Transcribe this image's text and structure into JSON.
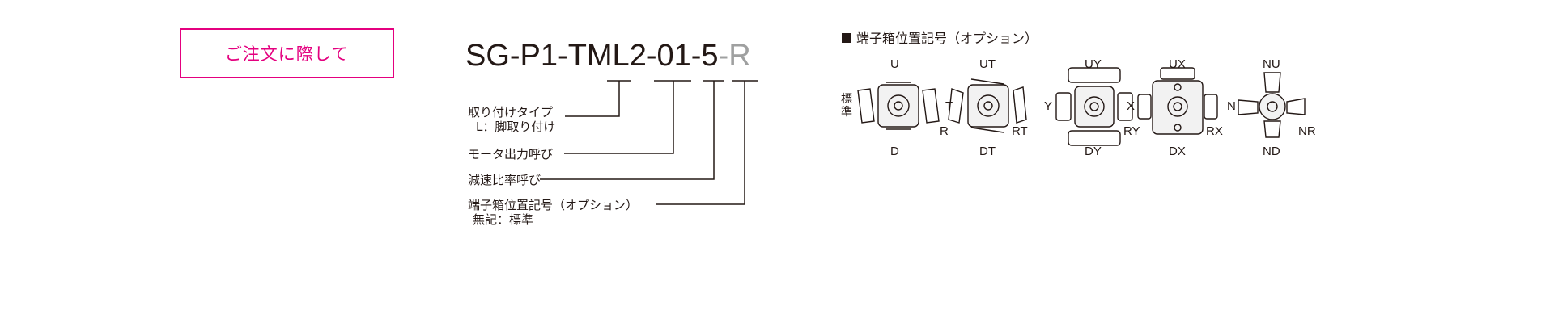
{
  "order_button": {
    "label": "ご注文に際して"
  },
  "model": {
    "main": "SG-P1-TML2-01-5",
    "dash": "-",
    "option": "R"
  },
  "legend": [
    {
      "line1": "取り付けタイプ",
      "line2": "L：脚取り付け"
    },
    {
      "line1": "モータ出力呼び"
    },
    {
      "line1": "減速比率呼び"
    },
    {
      "line1": "端子箱位置記号（オプション）",
      "line2": "無記：標準"
    }
  ],
  "terminal_box": {
    "title": "端子箱位置記号（オプション）",
    "standard_label": "標準",
    "variants": [
      {
        "top": "U",
        "bottom": "D",
        "left": "",
        "right": "R"
      },
      {
        "top": "UT",
        "bottom": "DT",
        "left": "T",
        "right": "RT"
      },
      {
        "top": "UY",
        "bottom": "DY",
        "left": "Y",
        "right": "RY"
      },
      {
        "top": "UX",
        "bottom": "DX",
        "left": "X",
        "right": "RX"
      },
      {
        "top": "NU",
        "bottom": "ND",
        "left": "N",
        "right": "NR"
      }
    ]
  }
}
